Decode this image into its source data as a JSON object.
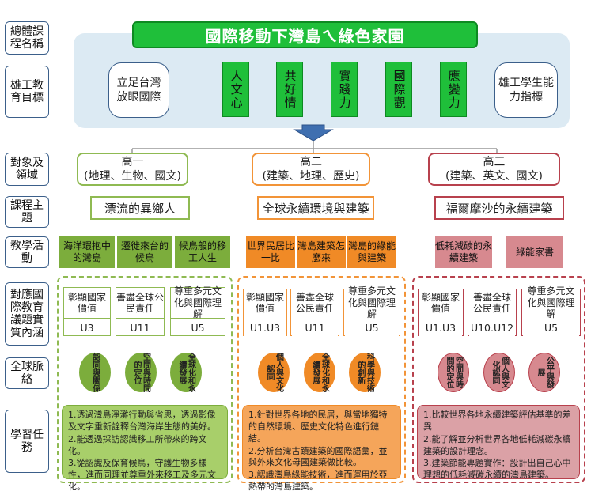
{
  "labels": {
    "course_name": "總體課程名稱",
    "goals": "雄工教育目標",
    "target": "對象及領域",
    "theme": "課程主題",
    "activity": "教學活動",
    "issues": "對應國際教育議題實質內涵",
    "global": "全球脈絡",
    "tasks": "學習任務"
  },
  "title": "國際移動下灣島ㄟ綠色家園",
  "goals": {
    "left": "立足台灣放眼國際",
    "right": "雄工學生能力指標",
    "core": [
      "人文心",
      "共好情",
      "實踐力",
      "國際觀",
      "應變力"
    ]
  },
  "grades": [
    {
      "name": "高一",
      "subjects": "(地理、生物、國文)",
      "theme": "漂流的異鄉人",
      "activities": [
        "海洋環抱中的灣島",
        "遷徙來台的候鳥",
        "候鳥般的移工人生"
      ],
      "issues": [
        {
          "text": "彰顯國家價值",
          "code": "U3"
        },
        {
          "text": "善盡全球公民責任",
          "code": "U11"
        },
        {
          "text": "尊重多元文化與國際理解",
          "code": "U5"
        }
      ],
      "global": [
        "認同與關係",
        "空間與時間的定位",
        "全球化和永續發展"
      ],
      "tasks": [
        "1.透過灣島淨灘行動與省思，透過影像及文字重新詮釋台灣海岸生態的美好。",
        "2.能透過採訪認識移工所帶來的跨文化。",
        "3.從認識及保育候鳥，守護生物多樣性，進而同理並尊重外來移工及多元文化。"
      ]
    },
    {
      "name": "高二",
      "subjects": "(建築、地理、歷史)",
      "theme": "全球永續環境與建築",
      "activities": [
        "世界民居比一比",
        "灣島建築怎麼來",
        "灣島的綠能與建築"
      ],
      "issues": [
        {
          "text": "彰顯國家價值",
          "code": "U1.U3"
        },
        {
          "text": "善盡全球公民責任",
          "code": "U11"
        },
        {
          "text": "尊重多元文化與國際理解",
          "code": "U5"
        }
      ],
      "global": [
        "個人與文化認同",
        "全球化和永續發展",
        "科學與技術的創新"
      ],
      "tasks": [
        "1.針對世界各地的民居，與當地獨特的自然環境、歷史文化特色進行鏈結。",
        "2.分析台灣古蹟建築的國際語彙，並與外來文化母國建築做比較。",
        "3.認識灣島綠能技術，進而運用於亞熱帶的灣島建築。"
      ]
    },
    {
      "name": "高三",
      "subjects": "(建築、英文、國文)",
      "theme": "福爾摩沙的永續建築",
      "activities": [
        "低耗減碳的永續建築",
        "綠能家書"
      ],
      "issues": [
        {
          "text": "彰顯國家價值",
          "code": "U1.U3"
        },
        {
          "text": "善盡全球公民責任",
          "code": "U10.U12"
        },
        {
          "text": "尊重多元文化與國際理解",
          "code": "U5"
        }
      ],
      "global": [
        "空間與時間的定位",
        "個人與文化認同",
        "公平與發展"
      ],
      "tasks": [
        "1.比較世界各地永續建築評估基準的差異",
        "2.能了解並分析世界各地低耗減碳永續建築的設計理念。",
        "3.建築節能專題實作：設計出自己心中理想的低耗減碳永續的灣島建築。"
      ]
    }
  ],
  "colors": {
    "green": "#1fbf3a",
    "grade1_border": "#8fba52",
    "grade1_fill": "#7cad3c",
    "grade2_border": "#f29438",
    "grade2_fill": "#f08a26",
    "grade3_border": "#b8414d",
    "grade3_fill": "#d7898f",
    "label_border": "#3b5f8a",
    "goal_bg": "#dceaf3"
  }
}
